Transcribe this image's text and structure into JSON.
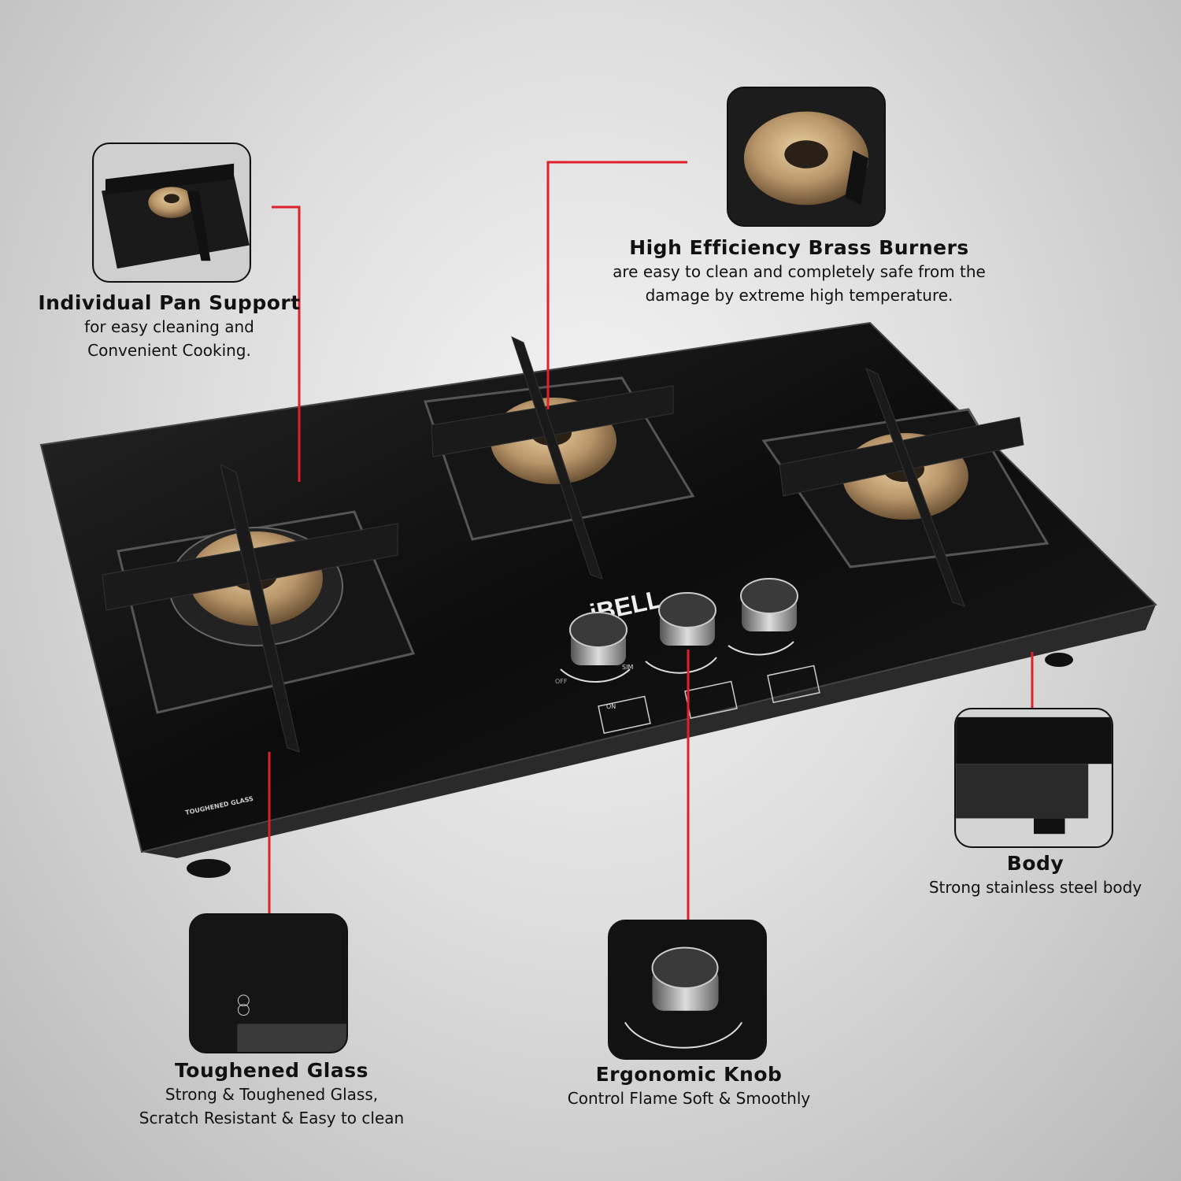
{
  "brand": "iBELL",
  "colors": {
    "accent": "#e0202a",
    "glass": "#0d0d0d",
    "brass": "#c8a774"
  },
  "cooktop": {
    "glass_mark": "TOUGHENED GLASS",
    "knob_labels": {
      "off": "OFF",
      "sim": "SIM",
      "on": "ON"
    }
  },
  "features": [
    {
      "title": "Individual Pan Support",
      "desc_lines": [
        "for easy cleaning and",
        "Convenient Cooking."
      ]
    },
    {
      "title": "High Efficiency Brass Burners",
      "desc_lines": [
        "are easy to clean and completely safe from the",
        "damage by extreme high temperature."
      ]
    },
    {
      "title": "Body",
      "desc_lines": [
        "Strong stainless steel body"
      ]
    },
    {
      "title": "Toughened Glass",
      "desc_lines": [
        "Strong & Toughened Glass,",
        "Scratch Resistant & Easy to clean"
      ]
    },
    {
      "title": "Ergonomic Knob",
      "desc_lines": [
        "Control Flame Soft & Smoothly"
      ]
    }
  ]
}
